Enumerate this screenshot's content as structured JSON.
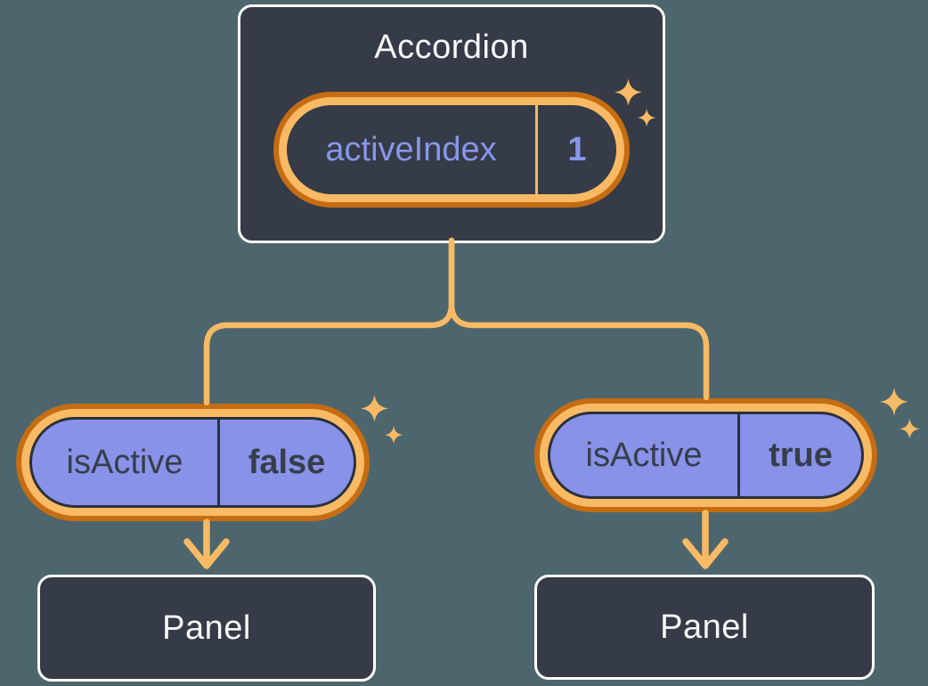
{
  "colors": {
    "background": "#4D666E",
    "box_fill": "#353B47",
    "box_border": "#FFFFFF",
    "ring_outer_orange": "#C66C12",
    "ring_inner_orange": "#F8BA64",
    "connector_orange": "#F8BA64",
    "pill_purple": "#8892E9",
    "pill_dark_border": "#2A303C",
    "text_light": "#F6F8FA",
    "text_dark": "#363D4A",
    "text_purple": "#8896EB"
  },
  "accordion": {
    "title": "Accordion",
    "state_pill": {
      "name": "activeIndex",
      "value": "1"
    }
  },
  "children": [
    {
      "prop_pill": {
        "name": "isActive",
        "value": "false"
      },
      "panel_label": "Panel"
    },
    {
      "prop_pill": {
        "name": "isActive",
        "value": "true"
      },
      "panel_label": "Panel"
    }
  ],
  "icons": {
    "sparkle": "four-point-sparkle",
    "arrow": "arrow-down"
  }
}
